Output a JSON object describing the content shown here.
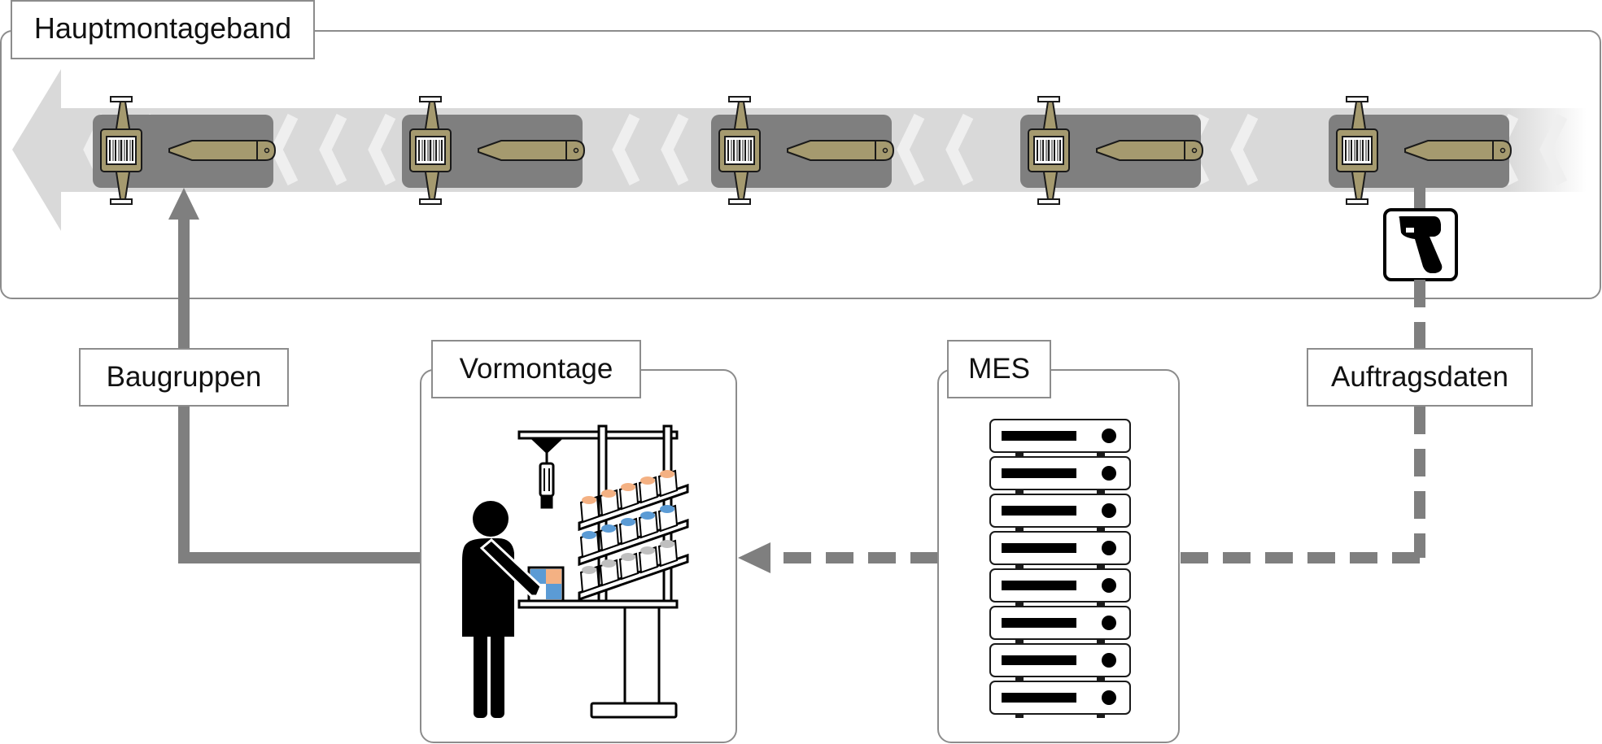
{
  "labels": {
    "main_line": "Hauptmontageband",
    "pre_assembly": "Vormontage",
    "mes": "MES",
    "assemblies": "Baugruppen",
    "order_data": "Auftragsdaten"
  },
  "colors": {
    "connector": "#7f7f7f",
    "conveyor": "#d9d9d9",
    "pallet": "#7f7f7f",
    "workpiece": "#a59a6f",
    "box_border": "#8c8c8c",
    "bin_blue": "#5b9bd5",
    "bin_orange": "#f4b183"
  },
  "icons": {
    "scanner": "barcode-scanner-icon",
    "server": "server-rack-icon",
    "worker": "worker-icon",
    "workstation": "assembly-workstation-icon",
    "workpiece": "workpiece-icon"
  }
}
